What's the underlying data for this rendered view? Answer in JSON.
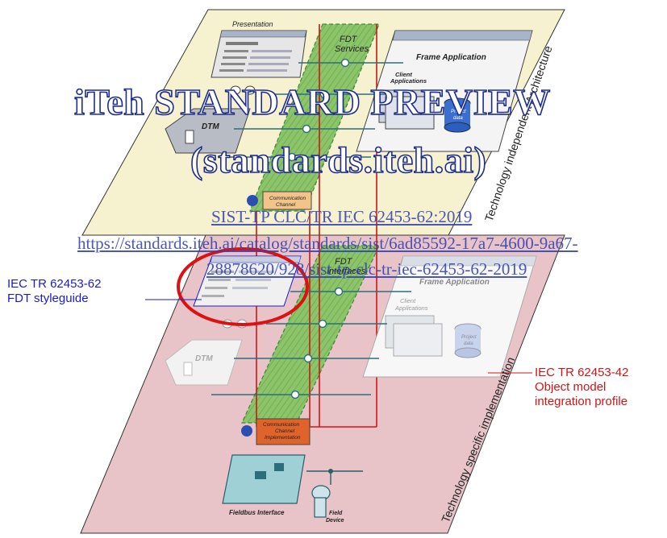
{
  "upper_layer": {
    "label": "Technology independent Architecture",
    "presentation_label": "Presentation",
    "fdt_services": [
      "FDT",
      "Services"
    ],
    "frame_application": "Frame Application",
    "client_applications": [
      "Client",
      "Applications"
    ],
    "dtm_label": "DTM",
    "project_data": [
      "Project",
      "data"
    ],
    "comm_channel": [
      "Communication",
      "Channel"
    ]
  },
  "lower_layer": {
    "label": "Technology specific implementation",
    "fdt_interfaces": [
      "FDT",
      "Interfaces"
    ],
    "frame_application": "Frame Application",
    "client_applications": [
      "Client",
      "Applications"
    ],
    "dtm_label": "DTM",
    "project_data": [
      "Project",
      "data"
    ],
    "comm_channel_impl": [
      "Communication",
      "Channel",
      "Implementation"
    ],
    "fieldbus_interface": "Fieldbus Interface",
    "field_device": [
      "Field",
      "Device"
    ]
  },
  "callouts": {
    "left": {
      "line1": "IEC TR 62453-62",
      "line2": "FDT styleguide"
    },
    "right": {
      "line1": "IEC TR 62453-42",
      "line2": "Object model",
      "line3": "integration profile"
    }
  },
  "watermark": {
    "title": "iTeh STANDARD PREVIEW",
    "subtitle": "(standards.iteh.ai)",
    "doc_id": "SIST-TP CLC/TR IEC 62453-62:2019",
    "url1": "https://standards.iteh.ai/catalog/standards/sist/6ad85592-17a7-4600-9a67-",
    "url2": "28878620/928/sist-tp-clc-tr-iec-62453-62-2019"
  },
  "colors": {
    "upper_plane": "#f6f1cf",
    "lower_plane": "#e8c4c8",
    "green_band": "#8cc46a",
    "callout_blue": "#1a1ad0",
    "callout_red": "#d11414",
    "highlight_circle": "#dd1111"
  }
}
